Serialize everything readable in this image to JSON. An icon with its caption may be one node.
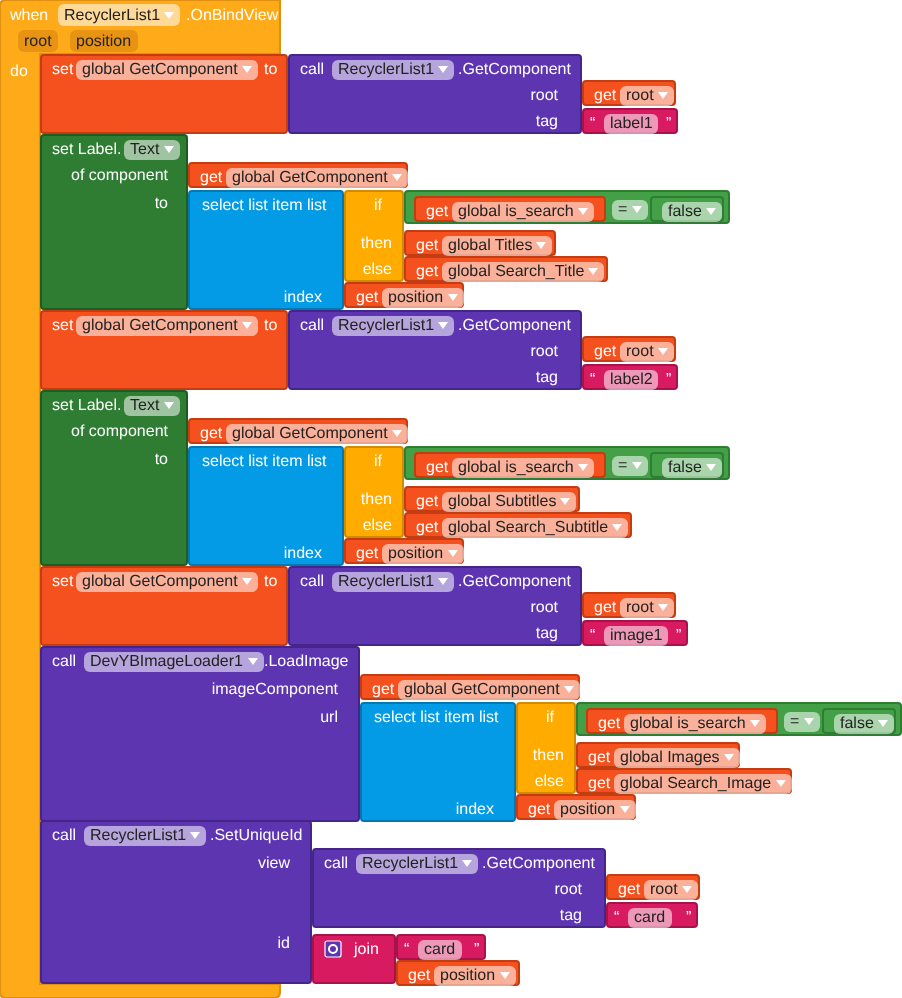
{
  "diagram": {
    "nodes": [
      {
        "text": [
          "when",
          ".OnBindView",
          "do"
        ]
      },
      {
        "text": [
          "RecyclerList1"
        ],
        "in": 0
      },
      {
        "text": [
          "root"
        ],
        "in": 0
      },
      {
        "text": [
          "position"
        ],
        "in": 0
      },
      {
        "text": [
          "set",
          "to"
        ]
      },
      {
        "text": [
          "global GetComponent"
        ],
        "in": 4
      },
      {
        "text": [
          "call",
          ".GetComponent",
          "root",
          "tag"
        ]
      },
      {
        "text": [
          "RecyclerList1"
        ],
        "in": 6
      },
      {
        "text": [
          "get"
        ]
      },
      {
        "text": [
          "root"
        ],
        "in": 8
      },
      {
        "text": [
          "“",
          "”"
        ]
      },
      {
        "text": [
          "label1"
        ],
        "in": 10
      },
      {
        "text": [
          "set Label.",
          "of component",
          "to"
        ]
      },
      {
        "text": [
          "Text"
        ],
        "in": 12
      },
      {
        "text": [
          "get"
        ]
      },
      {
        "text": [
          "global GetComponent"
        ],
        "in": 14
      },
      {
        "text": [
          "select list item  list",
          "index"
        ]
      },
      {
        "text": [
          "if",
          "then",
          "else"
        ]
      },
      {
        "text": [],
        "shape": "box"
      },
      {
        "text": [
          "get"
        ],
        "in": 18
      },
      {
        "text": [
          "global is_search"
        ],
        "in": 19
      },
      {
        "text": [
          "="
        ],
        "in": 18
      },
      {
        "text": [],
        "shape": "box",
        "in": 18
      },
      {
        "text": [
          "false"
        ],
        "in": 22
      },
      {
        "text": [
          "get"
        ]
      },
      {
        "text": [
          "global Titles"
        ],
        "in": 24
      },
      {
        "text": [
          "get"
        ]
      },
      {
        "text": [
          "global Search_Title"
        ],
        "in": 26
      },
      {
        "text": [
          "get"
        ]
      },
      {
        "text": [
          "position"
        ],
        "in": 28
      },
      {
        "text": [
          "set",
          "to"
        ]
      },
      {
        "text": [
          "global GetComponent"
        ],
        "in": 30
      },
      {
        "text": [
          "call",
          ".GetComponent",
          "root",
          "tag"
        ]
      },
      {
        "text": [
          "RecyclerList1"
        ],
        "in": 32
      },
      {
        "text": [
          "get"
        ]
      },
      {
        "text": [
          "root"
        ],
        "in": 34
      },
      {
        "text": [
          "“",
          "”"
        ]
      },
      {
        "text": [
          "label2"
        ],
        "in": 36
      },
      {
        "text": [
          "set Label.",
          "of component",
          "to"
        ]
      },
      {
        "text": [
          "Text"
        ],
        "in": 38
      },
      {
        "text": [
          "get"
        ]
      },
      {
        "text": [
          "global GetComponent"
        ],
        "in": 40
      },
      {
        "text": [
          "select list item  list",
          "index"
        ]
      },
      {
        "text": [
          "if",
          "then",
          "else"
        ]
      },
      {
        "text": [],
        "shape": "box"
      },
      {
        "text": [
          "get"
        ],
        "in": 44
      },
      {
        "text": [
          "global is_search"
        ],
        "in": 45
      },
      {
        "text": [
          "="
        ],
        "in": 44
      },
      {
        "text": [],
        "shape": "box",
        "in": 44
      },
      {
        "text": [
          "false"
        ],
        "in": 48
      },
      {
        "text": [
          "get"
        ]
      },
      {
        "text": [
          "global Subtitles"
        ],
        "in": 50
      },
      {
        "text": [
          "get"
        ]
      },
      {
        "text": [
          "global Search_Subtitle"
        ],
        "in": 52
      },
      {
        "text": [
          "get"
        ]
      },
      {
        "text": [
          "position"
        ],
        "in": 54
      },
      {
        "text": [
          "set",
          "to"
        ]
      },
      {
        "text": [
          "global GetComponent"
        ],
        "in": 56
      },
      {
        "text": [
          "call",
          ".GetComponent",
          "root",
          "tag"
        ]
      },
      {
        "text": [
          "RecyclerList1"
        ],
        "in": 58
      },
      {
        "text": [
          "get"
        ]
      },
      {
        "text": [
          "root"
        ],
        "in": 60
      },
      {
        "text": [
          "“",
          "”"
        ]
      },
      {
        "text": [
          "image1"
        ],
        "in": 62
      },
      {
        "text": [
          "call",
          ".LoadImage",
          "imageComponent",
          "url"
        ]
      },
      {
        "text": [
          "DevYBImageLoader1"
        ],
        "in": 64
      },
      {
        "text": [
          "get"
        ]
      },
      {
        "text": [
          "global GetComponent"
        ],
        "in": 66
      },
      {
        "text": [
          "select list item  list",
          "index"
        ]
      },
      {
        "text": [
          "if",
          "then",
          "else"
        ]
      },
      {
        "text": [],
        "shape": "box"
      },
      {
        "text": [
          "get"
        ],
        "in": 70
      },
      {
        "text": [
          "global is_search"
        ],
        "in": 71
      },
      {
        "text": [
          "="
        ],
        "in": 70
      },
      {
        "text": [],
        "shape": "box",
        "in": 70
      },
      {
        "text": [
          "false"
        ],
        "in": 74
      },
      {
        "text": [
          "get"
        ]
      },
      {
        "text": [
          "global Images"
        ],
        "in": 76
      },
      {
        "text": [
          "get"
        ]
      },
      {
        "text": [
          "global Search_Image"
        ],
        "in": 78
      },
      {
        "text": [
          "get"
        ]
      },
      {
        "text": [
          "position"
        ],
        "in": 80
      },
      {
        "text": [
          "call",
          ".SetUniqueId",
          "view",
          "id"
        ]
      },
      {
        "text": [
          "RecyclerList1"
        ],
        "in": 82
      },
      {
        "text": [
          "call",
          ".GetComponent",
          "root",
          "tag"
        ]
      },
      {
        "text": [
          "RecyclerList1"
        ],
        "in": 84
      },
      {
        "text": [
          "get"
        ]
      },
      {
        "text": [
          "root"
        ],
        "in": 86
      },
      {
        "text": [
          "“",
          "”"
        ]
      },
      {
        "text": [
          "card"
        ],
        "in": 88
      },
      {
        "text": [
          "join"
        ]
      },
      {
        "text": [
          "“",
          "”"
        ]
      },
      {
        "text": [
          "card"
        ],
        "in": 91
      },
      {
        "text": [
          "get"
        ]
      },
      {
        "text": [
          "position"
        ],
        "in": 93
      }
    ]
  }
}
